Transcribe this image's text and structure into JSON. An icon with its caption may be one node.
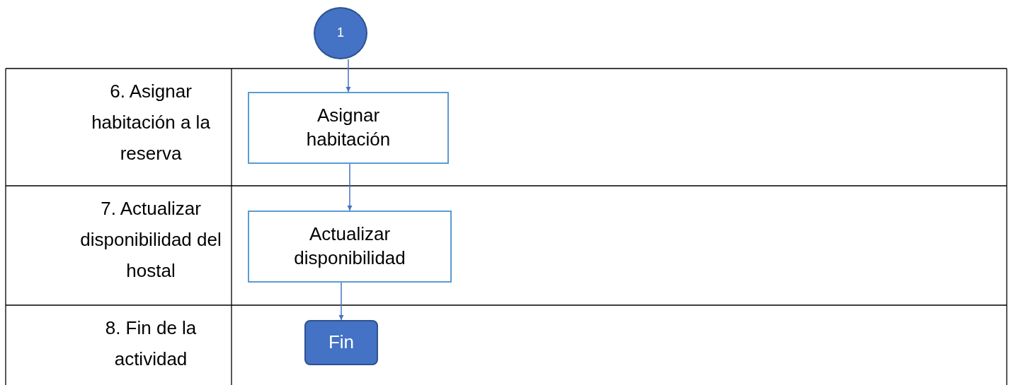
{
  "diagram": {
    "nodes": [
      {
        "text": [
          "1"
        ]
      },
      {
        "text": [
          "Asignar habitación"
        ]
      },
      {
        "text": [
          "Actualizar disponibilidad"
        ]
      },
      {
        "text": [
          "Fin"
        ]
      }
    ],
    "edges": [
      {
        "from": 0,
        "to": 1,
        "arrow": "to"
      },
      {
        "from": 1,
        "to": 2,
        "arrow": "to"
      },
      {
        "from": 2,
        "to": 3,
        "arrow": "to"
      }
    ],
    "labels": [
      "6. Asignar habitación a la reserva",
      "7. Actualizar disponibilidad del hostal",
      "8. Fin de la actividad"
    ]
  }
}
